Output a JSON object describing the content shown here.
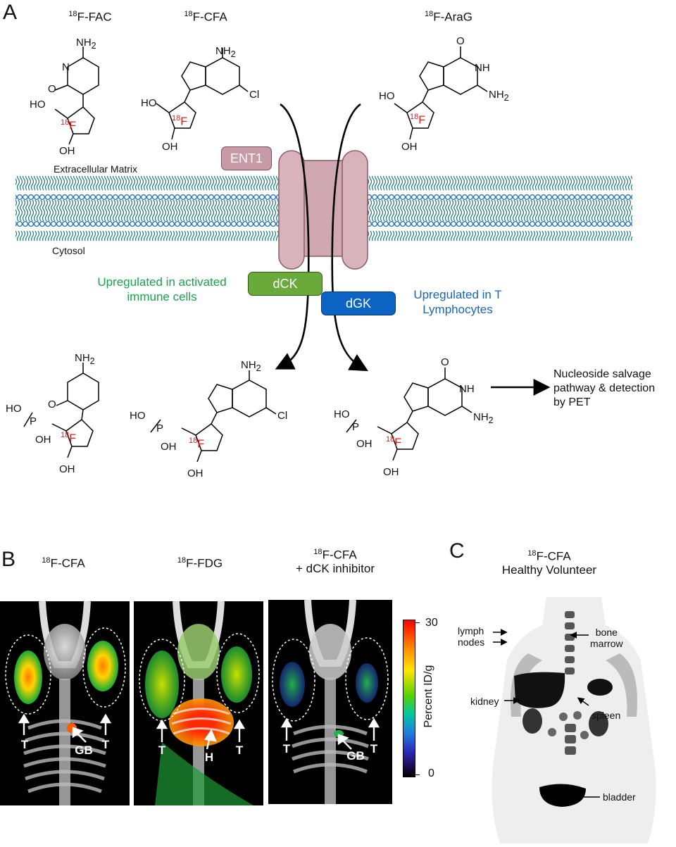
{
  "panels": {
    "a": "A",
    "b": "B",
    "c": "C"
  },
  "panel_a": {
    "compounds_top": [
      {
        "iso": "18",
        "name": "F-FAC"
      },
      {
        "iso": "18",
        "name": "F-CFA"
      },
      {
        "iso": "18",
        "name": "F-AraG"
      }
    ],
    "fluorine_label": "F",
    "fluorine_iso": "18",
    "atoms": {
      "nh2": "NH",
      "nh2_sub": "2",
      "oh": "OH",
      "ho": "HO",
      "cl": "Cl",
      "o": "O",
      "n": "N",
      "nh": "NH",
      "p": "P",
      "sub2": "2"
    },
    "extracellular": "Extracellular Matrix",
    "cytosol": "Cytosol",
    "transporter": "ENT1",
    "enzyme_dck": "dCK",
    "enzyme_dgk": "dGK",
    "upregulated_immune": [
      "Upregulated in activated",
      "immune cells"
    ],
    "upregulated_t": [
      "Upregulated in T",
      "Lymphocytes"
    ],
    "nucleoside_text": [
      "Nucleoside salvage",
      "pathway & detection",
      "by PET"
    ],
    "colors": {
      "membrane": "#1f7a7a",
      "ent1": "#c9a0ab",
      "dck": "#6aaa3a",
      "dgk": "#0b63c4",
      "fluorine": "#e01b1b",
      "green_text": "#1aa14c",
      "blue_text": "#1766b4"
    }
  },
  "panel_b": {
    "images": [
      {
        "iso": "18",
        "title_line1": "F-CFA",
        "title_line2": "",
        "marker_left": "T",
        "marker_mid": "GB",
        "marker_right": "T"
      },
      {
        "iso": "18",
        "title_line1": "F-FDG",
        "title_line2": "",
        "marker_left": "T",
        "marker_mid": "H",
        "marker_right": "T"
      },
      {
        "iso": "18",
        "title_line1": "F-CFA",
        "title_line2": "+ dCK inhibitor",
        "marker_left": "T",
        "marker_mid": "GB",
        "marker_right": "T"
      }
    ],
    "colorbar": {
      "max": "30",
      "min": "0",
      "label": "Percent ID/g"
    }
  },
  "panel_c": {
    "iso": "18",
    "title_line1": "F-CFA",
    "title_line2": "Healthy Volunteer",
    "annotations": {
      "lymph": [
        "lymph",
        "nodes"
      ],
      "bone": [
        "bone",
        "marrow"
      ],
      "spleen": "spleen",
      "kidney": "kidney",
      "bladder": "bladder"
    }
  }
}
